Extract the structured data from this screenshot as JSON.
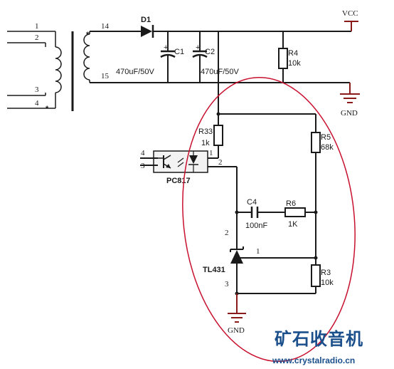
{
  "colors": {
    "wire": "#1a1a1a",
    "highlight_ellipse": "#c8102e",
    "rail_wire": "#8b1a1a",
    "watermark": "#1a4f8c"
  },
  "transformer": {
    "pins": [
      "1",
      "2",
      "3",
      "4",
      "14",
      "15"
    ]
  },
  "components": {
    "d1": "D1",
    "c1": {
      "ref": "C1",
      "value": "470uF/50V"
    },
    "c2": {
      "ref": "C2",
      "value": "470uF/50V"
    },
    "r4": {
      "ref": "R4",
      "value": "10k"
    },
    "r33": {
      "ref": "R33",
      "value": "1k"
    },
    "r5": {
      "ref": "R5",
      "value": "68k"
    },
    "c4": {
      "ref": "C4",
      "value": "100nF"
    },
    "r6": {
      "ref": "R6",
      "value": "1K"
    },
    "r3": {
      "ref": "R3",
      "value": "10k"
    },
    "optocoupler": {
      "ref": "PC817",
      "pins": [
        "4",
        "3",
        "1",
        "2"
      ]
    },
    "regulator": {
      "ref": "TL431",
      "pins": [
        "1",
        "2",
        "3"
      ]
    }
  },
  "rails": {
    "vcc": "VCC",
    "gnd_top": "GND",
    "gnd_bottom": "GND"
  },
  "watermark": {
    "chinese": "矿石收音机",
    "url": "www.crystalradio.cn"
  }
}
